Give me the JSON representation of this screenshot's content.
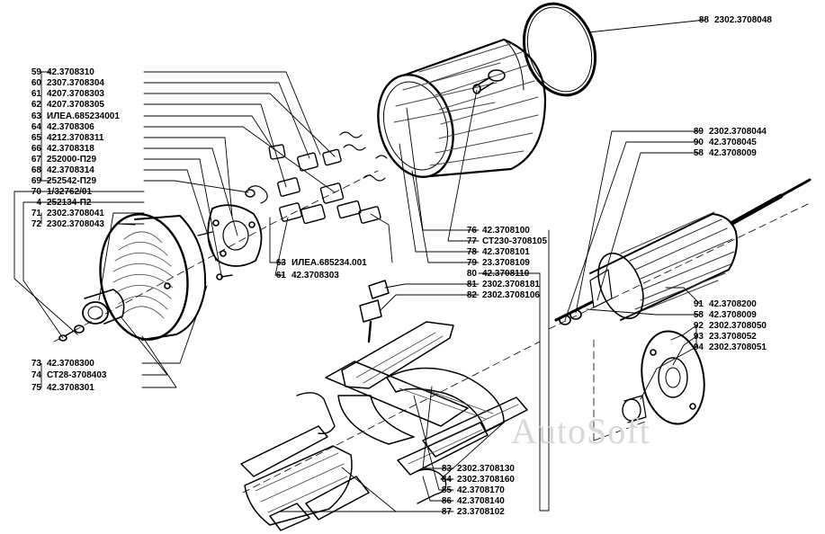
{
  "watermark": "AutoSoft",
  "labels": {
    "l88": {
      "num": "88",
      "code": "2302.3708048"
    },
    "l59": {
      "num": "59",
      "code": "42.3708310"
    },
    "l60": {
      "num": "60",
      "code": "2307.3708304"
    },
    "l61a": {
      "num": "61",
      "code": "4207.3708303"
    },
    "l62": {
      "num": "62",
      "code": "4207.3708305"
    },
    "l63a": {
      "num": "63",
      "code": "ИЛЕА.685234001"
    },
    "l64": {
      "num": "64",
      "code": "42.3708306"
    },
    "l65": {
      "num": "65",
      "code": "4212.3708311"
    },
    "l66": {
      "num": "66",
      "code": "42.3708318"
    },
    "l67": {
      "num": "67",
      "code": "252000-П29"
    },
    "l68": {
      "num": "68",
      "code": "42.3708314"
    },
    "l69": {
      "num": "69",
      "code": "252542-П29"
    },
    "l70": {
      "num": "70",
      "code": "1/32762/01"
    },
    "l4": {
      "num": "4",
      "code": "252134-П2"
    },
    "l71": {
      "num": "71",
      "code": "2302.3708041"
    },
    "l72": {
      "num": "72",
      "code": "2302.3708043"
    },
    "l63b": {
      "num": "63",
      "code": "ИЛЕА.685234.001"
    },
    "l61b": {
      "num": "61",
      "code": "42.3708303"
    },
    "l73": {
      "num": "73",
      "code": "42.3708300"
    },
    "l74": {
      "num": "74",
      "code": "СТ28-3708403"
    },
    "l75": {
      "num": "75",
      "code": "42.3708301"
    },
    "l76": {
      "num": "76",
      "code": "42.3708100"
    },
    "l77": {
      "num": "77",
      "code": "СТ230-3708105"
    },
    "l78": {
      "num": "78",
      "code": "42.3708101"
    },
    "l79": {
      "num": "79",
      "code": "23.3708109"
    },
    "l80": {
      "num": "80",
      "code": "42.3708110"
    },
    "l81": {
      "num": "81",
      "code": "2302.3708181"
    },
    "l82": {
      "num": "82",
      "code": "2302.3708106"
    },
    "l83": {
      "num": "83",
      "code": "2302.3708130"
    },
    "l84": {
      "num": "84",
      "code": "2302.3708160"
    },
    "l85": {
      "num": "85",
      "code": "42.3708170"
    },
    "l86": {
      "num": "86",
      "code": "42.3708140"
    },
    "l87": {
      "num": "87",
      "code": "23.3708102"
    },
    "l89": {
      "num": "89",
      "code": "2302.3708044"
    },
    "l90": {
      "num": "90",
      "code": "42.3708045"
    },
    "l58a": {
      "num": "58",
      "code": "42.3708009"
    },
    "l91": {
      "num": "91",
      "code": "42.3708200"
    },
    "l58b": {
      "num": "58",
      "code": "42.3708009"
    },
    "l92": {
      "num": "92",
      "code": "2302.3708050"
    },
    "l93": {
      "num": "93",
      "code": "23.3708052"
    },
    "l94": {
      "num": "94",
      "code": "2302.3708051"
    }
  }
}
